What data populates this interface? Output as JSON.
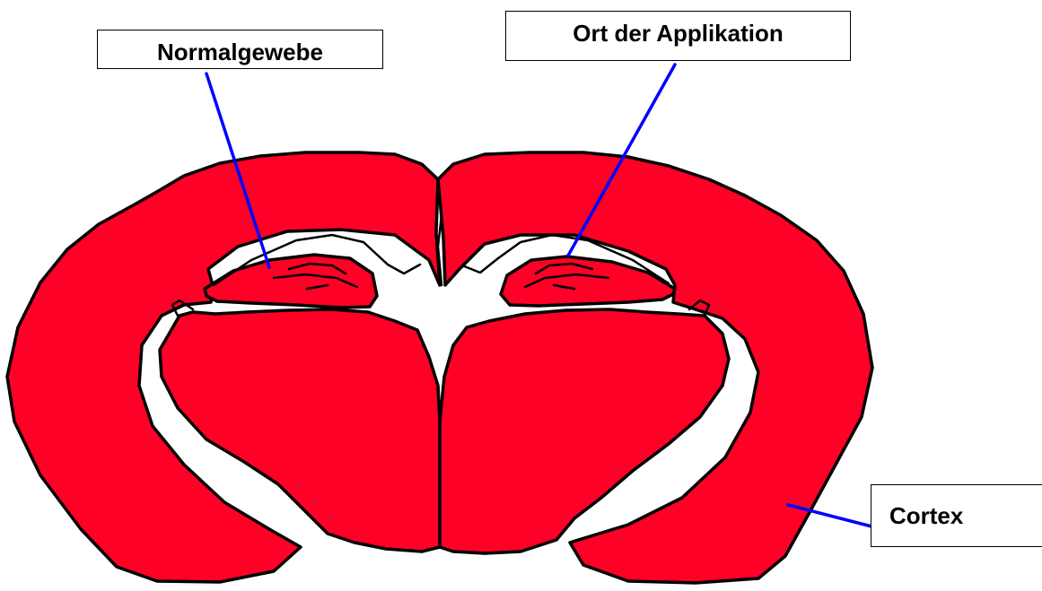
{
  "labels": {
    "normalgewebe": "Normalgewebe",
    "ort_der_applikation": "Ort der Applikation",
    "cortex": "Cortex"
  },
  "colors": {
    "tissue_fill": "#ff0026",
    "outline": "#000000",
    "pointer_line": "#0000ff",
    "background": "#ffffff"
  }
}
